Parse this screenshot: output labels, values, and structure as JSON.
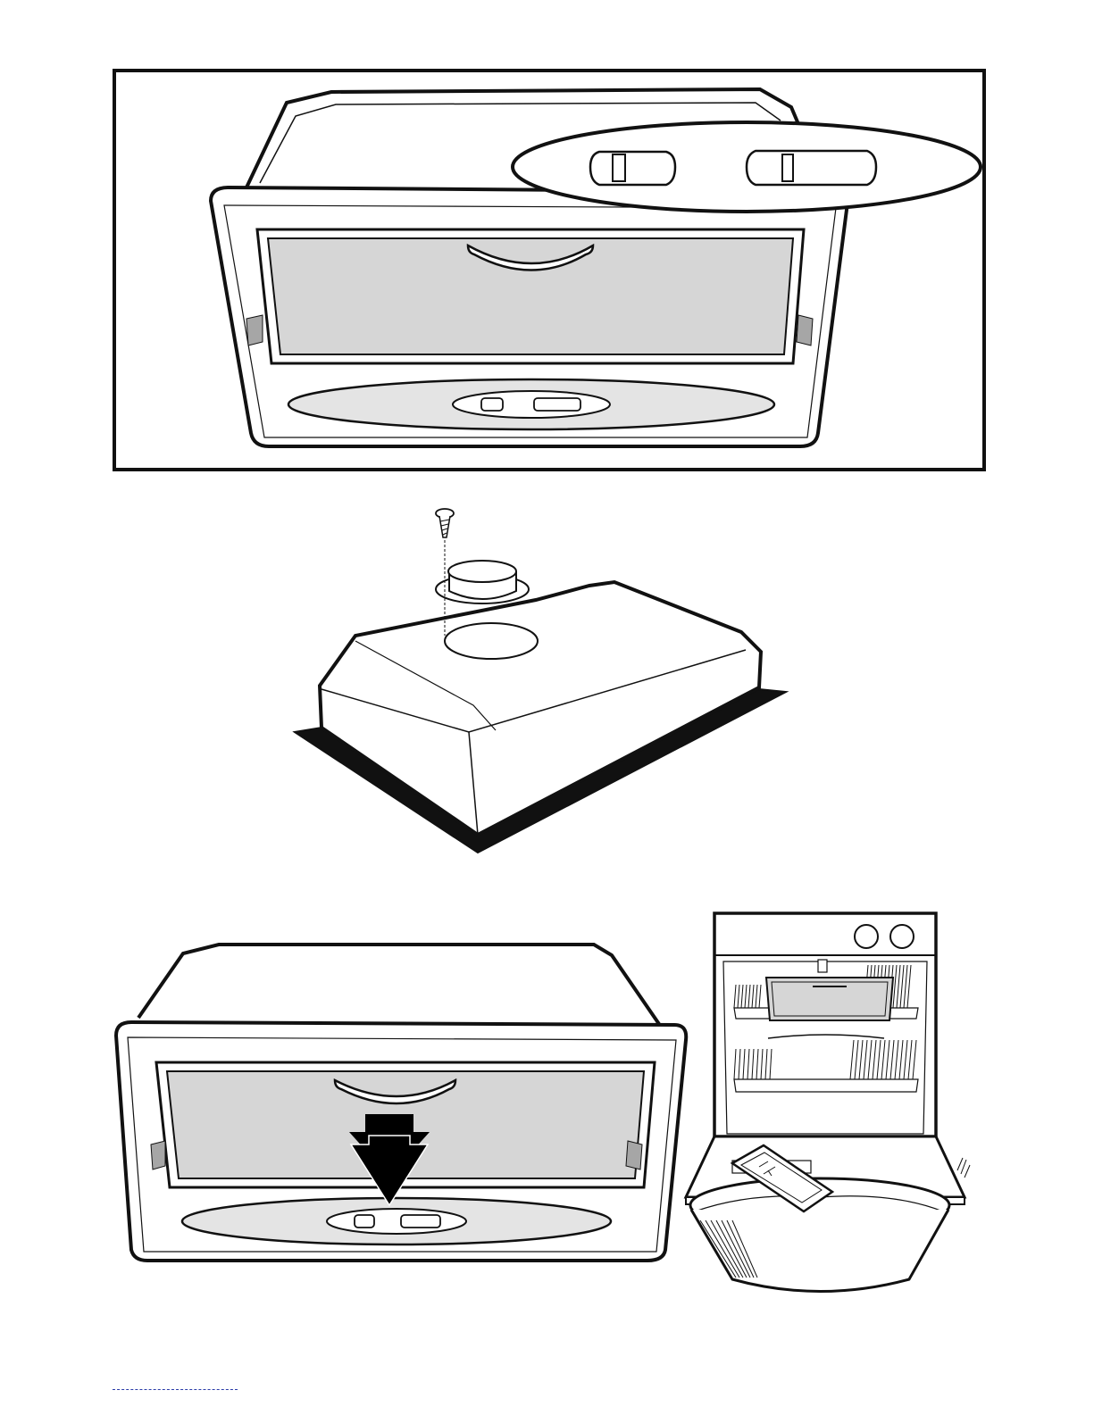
{
  "page": {
    "figures": [
      {
        "id": "hood-with-control-switches-detail",
        "label": ""
      },
      {
        "id": "hood-duct-collar-installation",
        "label": ""
      },
      {
        "id": "hood-filter-removal",
        "label": ""
      },
      {
        "id": "filter-cleaning-dishwasher-and-basin",
        "label": ""
      }
    ]
  },
  "colors": {
    "line": "#111111",
    "filter_fill": "#d6d6d6",
    "panel_fill": "#e4e4e4",
    "vent_fill": "#a6a6a6",
    "paper": "#ffffff",
    "footer_rule": "#2a3ca8"
  }
}
